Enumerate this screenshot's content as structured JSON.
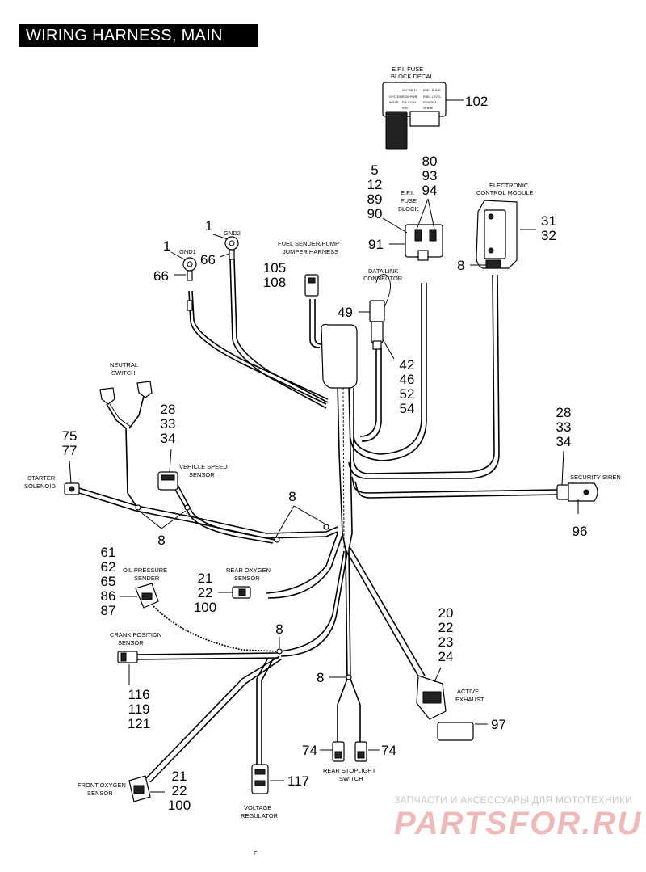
{
  "title": "WIRING HARNESS, MAIN",
  "watermark": {
    "tagline": "ЗАПЧАСТИ И АКСЕССУАРЫ ДЛЯ МОТОТЕХНИКИ",
    "brand": "PARTSFOR.RU"
  },
  "footer_mark": "F",
  "component_labels": {
    "efi_fuse_block_decal": [
      "E.F.I. FUSE",
      "BLOCK DECAL"
    ],
    "efi_fuse_block": [
      "E.F.I.",
      "FUSE",
      "BLOCK"
    ],
    "electronic_control_module": [
      "ELECTRONIC",
      "CONTROL MODULE"
    ],
    "gnd1": "GND1",
    "gnd2": "GND2",
    "fuel_sender_pump": [
      "FUEL SENDER/PUMP",
      "JUMPER HARNESS"
    ],
    "data_link_connector": [
      "DATA LINK",
      "CONNECTOR"
    ],
    "neutral_switch": [
      "NEUTRAL",
      "SWITCH"
    ],
    "starter_solenoid": [
      "STARTER",
      "SOLENOID"
    ],
    "vehicle_speed_sensor": [
      "VEHICLE SPEED",
      "SENSOR"
    ],
    "security_siren": "SECURITY SIREN",
    "oil_pressure_sender": [
      "OIL PRESSURE",
      "SENDER"
    ],
    "rear_oxygen_sensor": [
      "REAR OXYGEN",
      "SENSOR"
    ],
    "crank_position_sensor": [
      "CRANK POSITION",
      "SENSOR"
    ],
    "active_exhaust": [
      "ACTIVE",
      "EXHAUST"
    ],
    "rear_stoplight_switch": [
      "REAR STOPLIGHT",
      "SWITCH"
    ],
    "front_oxygen_sensor": [
      "FRONT OXYGEN",
      "SENSOR"
    ],
    "voltage_regulator": [
      "VOLTAGE",
      "REGULATOR"
    ]
  },
  "decal_text": [
    "SECURITY",
    "FUEL PUMP",
    "SYSTEM",
    "INSTR",
    "FUEL LEVEL",
    "ECM PWR",
    "ECM BAT",
    "P & A IGN",
    "SPARE",
    "IGN"
  ],
  "callouts": {
    "c102": [
      "102"
    ],
    "c_efi_left": [
      "5",
      "12",
      "89",
      "90"
    ],
    "c_efi_top": [
      "80",
      "93",
      "94"
    ],
    "c91": [
      "91"
    ],
    "c_ecm": [
      "31",
      "32"
    ],
    "c8_ecm": [
      "8"
    ],
    "c1_gnd2": [
      "1"
    ],
    "c66_gnd2": [
      "66"
    ],
    "c1_gnd1": [
      "1"
    ],
    "c66_gnd1": [
      "66"
    ],
    "c_fuel": [
      "105",
      "108"
    ],
    "c49": [
      "49"
    ],
    "c_dlc": [
      "42",
      "46",
      "52",
      "54"
    ],
    "c_vss": [
      "28",
      "33",
      "34"
    ],
    "c_solenoid": [
      "75",
      "77"
    ],
    "c_siren": [
      "28",
      "33",
      "34"
    ],
    "c96": [
      "96"
    ],
    "c8_a": [
      "8"
    ],
    "c8_b": [
      "8"
    ],
    "c_oil": [
      "61",
      "62",
      "65",
      "86",
      "87"
    ],
    "c_rear_o2": [
      "21",
      "22",
      "100"
    ],
    "c8_c": [
      "8"
    ],
    "c_exhaust": [
      "20",
      "22",
      "23",
      "24"
    ],
    "c_crank": [
      "116",
      "119",
      "121"
    ],
    "c8_d": [
      "8"
    ],
    "c97": [
      "97"
    ],
    "c74_left": [
      "74"
    ],
    "c74_right": [
      "74"
    ],
    "c_front_o2": [
      "21",
      "22",
      "100"
    ],
    "c117": [
      "117"
    ]
  },
  "colors": {
    "ink": "#000000",
    "paper": "#ffffff",
    "title_bg": "#000000",
    "title_fg": "#ffffff",
    "watermark_red": "#f0b8b8",
    "watermark_gray": "#c8c8c8"
  }
}
